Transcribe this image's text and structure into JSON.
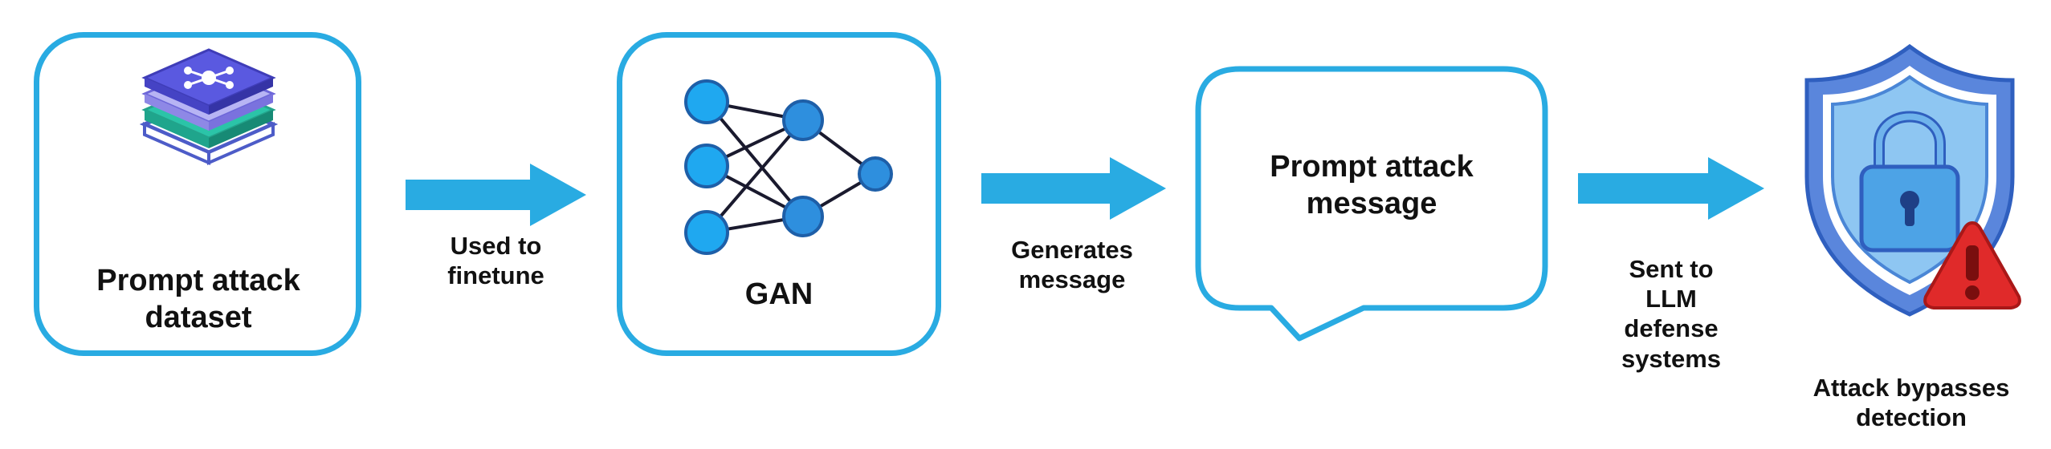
{
  "nodes": {
    "dataset": {
      "label_line1": "Prompt attack",
      "label_line2": "dataset"
    },
    "gan": {
      "label": "GAN"
    },
    "message": {
      "label_line1": "Prompt attack",
      "label_line2": "message"
    },
    "defense": {
      "label_line1": "Attack bypasses",
      "label_line2": "detection"
    }
  },
  "edges": [
    {
      "label_line1": "Used to",
      "label_line2": "finetune"
    },
    {
      "label_line1": "Generates",
      "label_line2": "message"
    },
    {
      "label_line1": "Sent to",
      "label_line2": "LLM",
      "label_line3": "defense",
      "label_line4": "systems"
    }
  ],
  "colors": {
    "accent": "#29ABE2",
    "shield_outer": "#4A78D6",
    "shield_inner": "#5FA8E8",
    "lock": "#4DA3E6",
    "warning": "#E02A2A",
    "neural_node": "#2E8FDE"
  },
  "icons": [
    "stacked-layers-icon",
    "neural-network-icon",
    "shield-lock-icon",
    "warning-icon"
  ]
}
